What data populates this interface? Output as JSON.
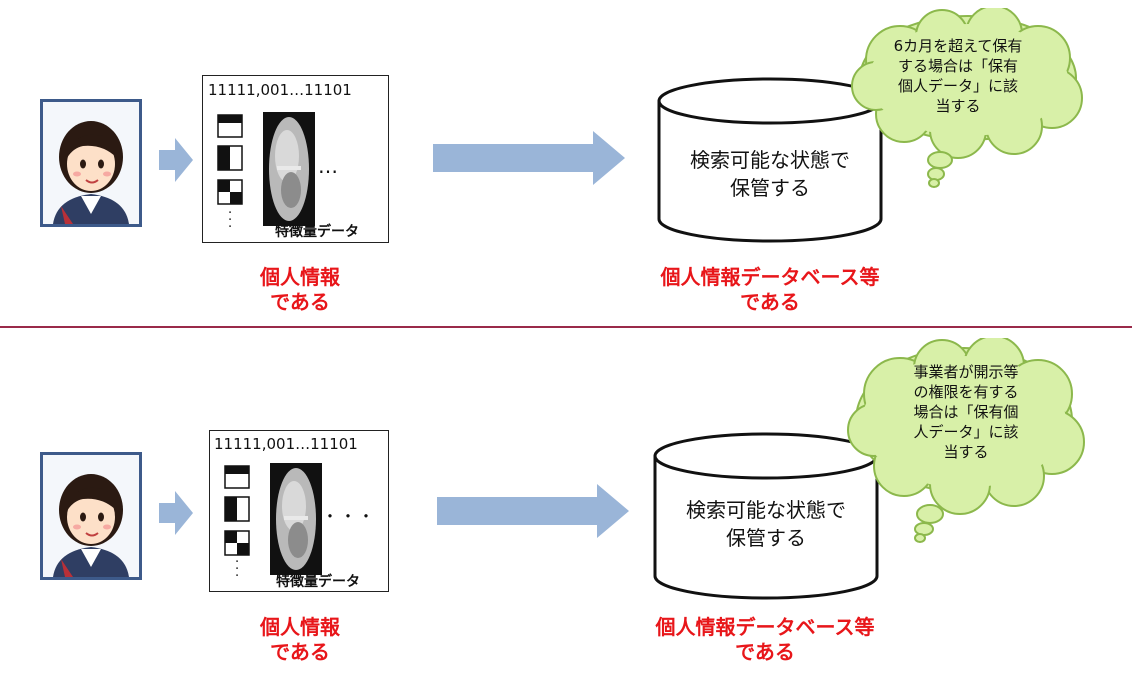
{
  "colors": {
    "accent_red": "#e8161a",
    "arrow_blue": "#9ab5d8",
    "divider": "#9a2a4a",
    "cloud_fill": "#d8f0a8",
    "cloud_stroke": "#8cb84c",
    "portrait_border": "#3d5a8a"
  },
  "top": {
    "feature_code": "11111,001…11101",
    "feature_dots": "…",
    "feature_label": "特徴量データ",
    "personal_info_line1": "個人情報",
    "personal_info_line2": "である",
    "db_text_line1": "検索可能な状態で",
    "db_text_line2": "保管する",
    "db_label_line1": "個人情報データベース等",
    "db_label_line2": "である",
    "cloud_lines": [
      "6カ月を超えて保有",
      "する場合は「保有",
      "個人データ」に該",
      "当する"
    ]
  },
  "bottom": {
    "feature_code": "11111,001…11101",
    "feature_dots": "・・・",
    "feature_label": "特徴量データ",
    "personal_info_line1": "個人情報",
    "personal_info_line2": "である",
    "db_text_line1": "検索可能な状態で",
    "db_text_line2": "保管する",
    "db_label_line1": "個人情報データベース等",
    "db_label_line2": "である",
    "cloud_lines": [
      "事業者が開示等",
      "の権限を有する",
      "場合は「保有個",
      "人データ」に該",
      "当する"
    ]
  }
}
